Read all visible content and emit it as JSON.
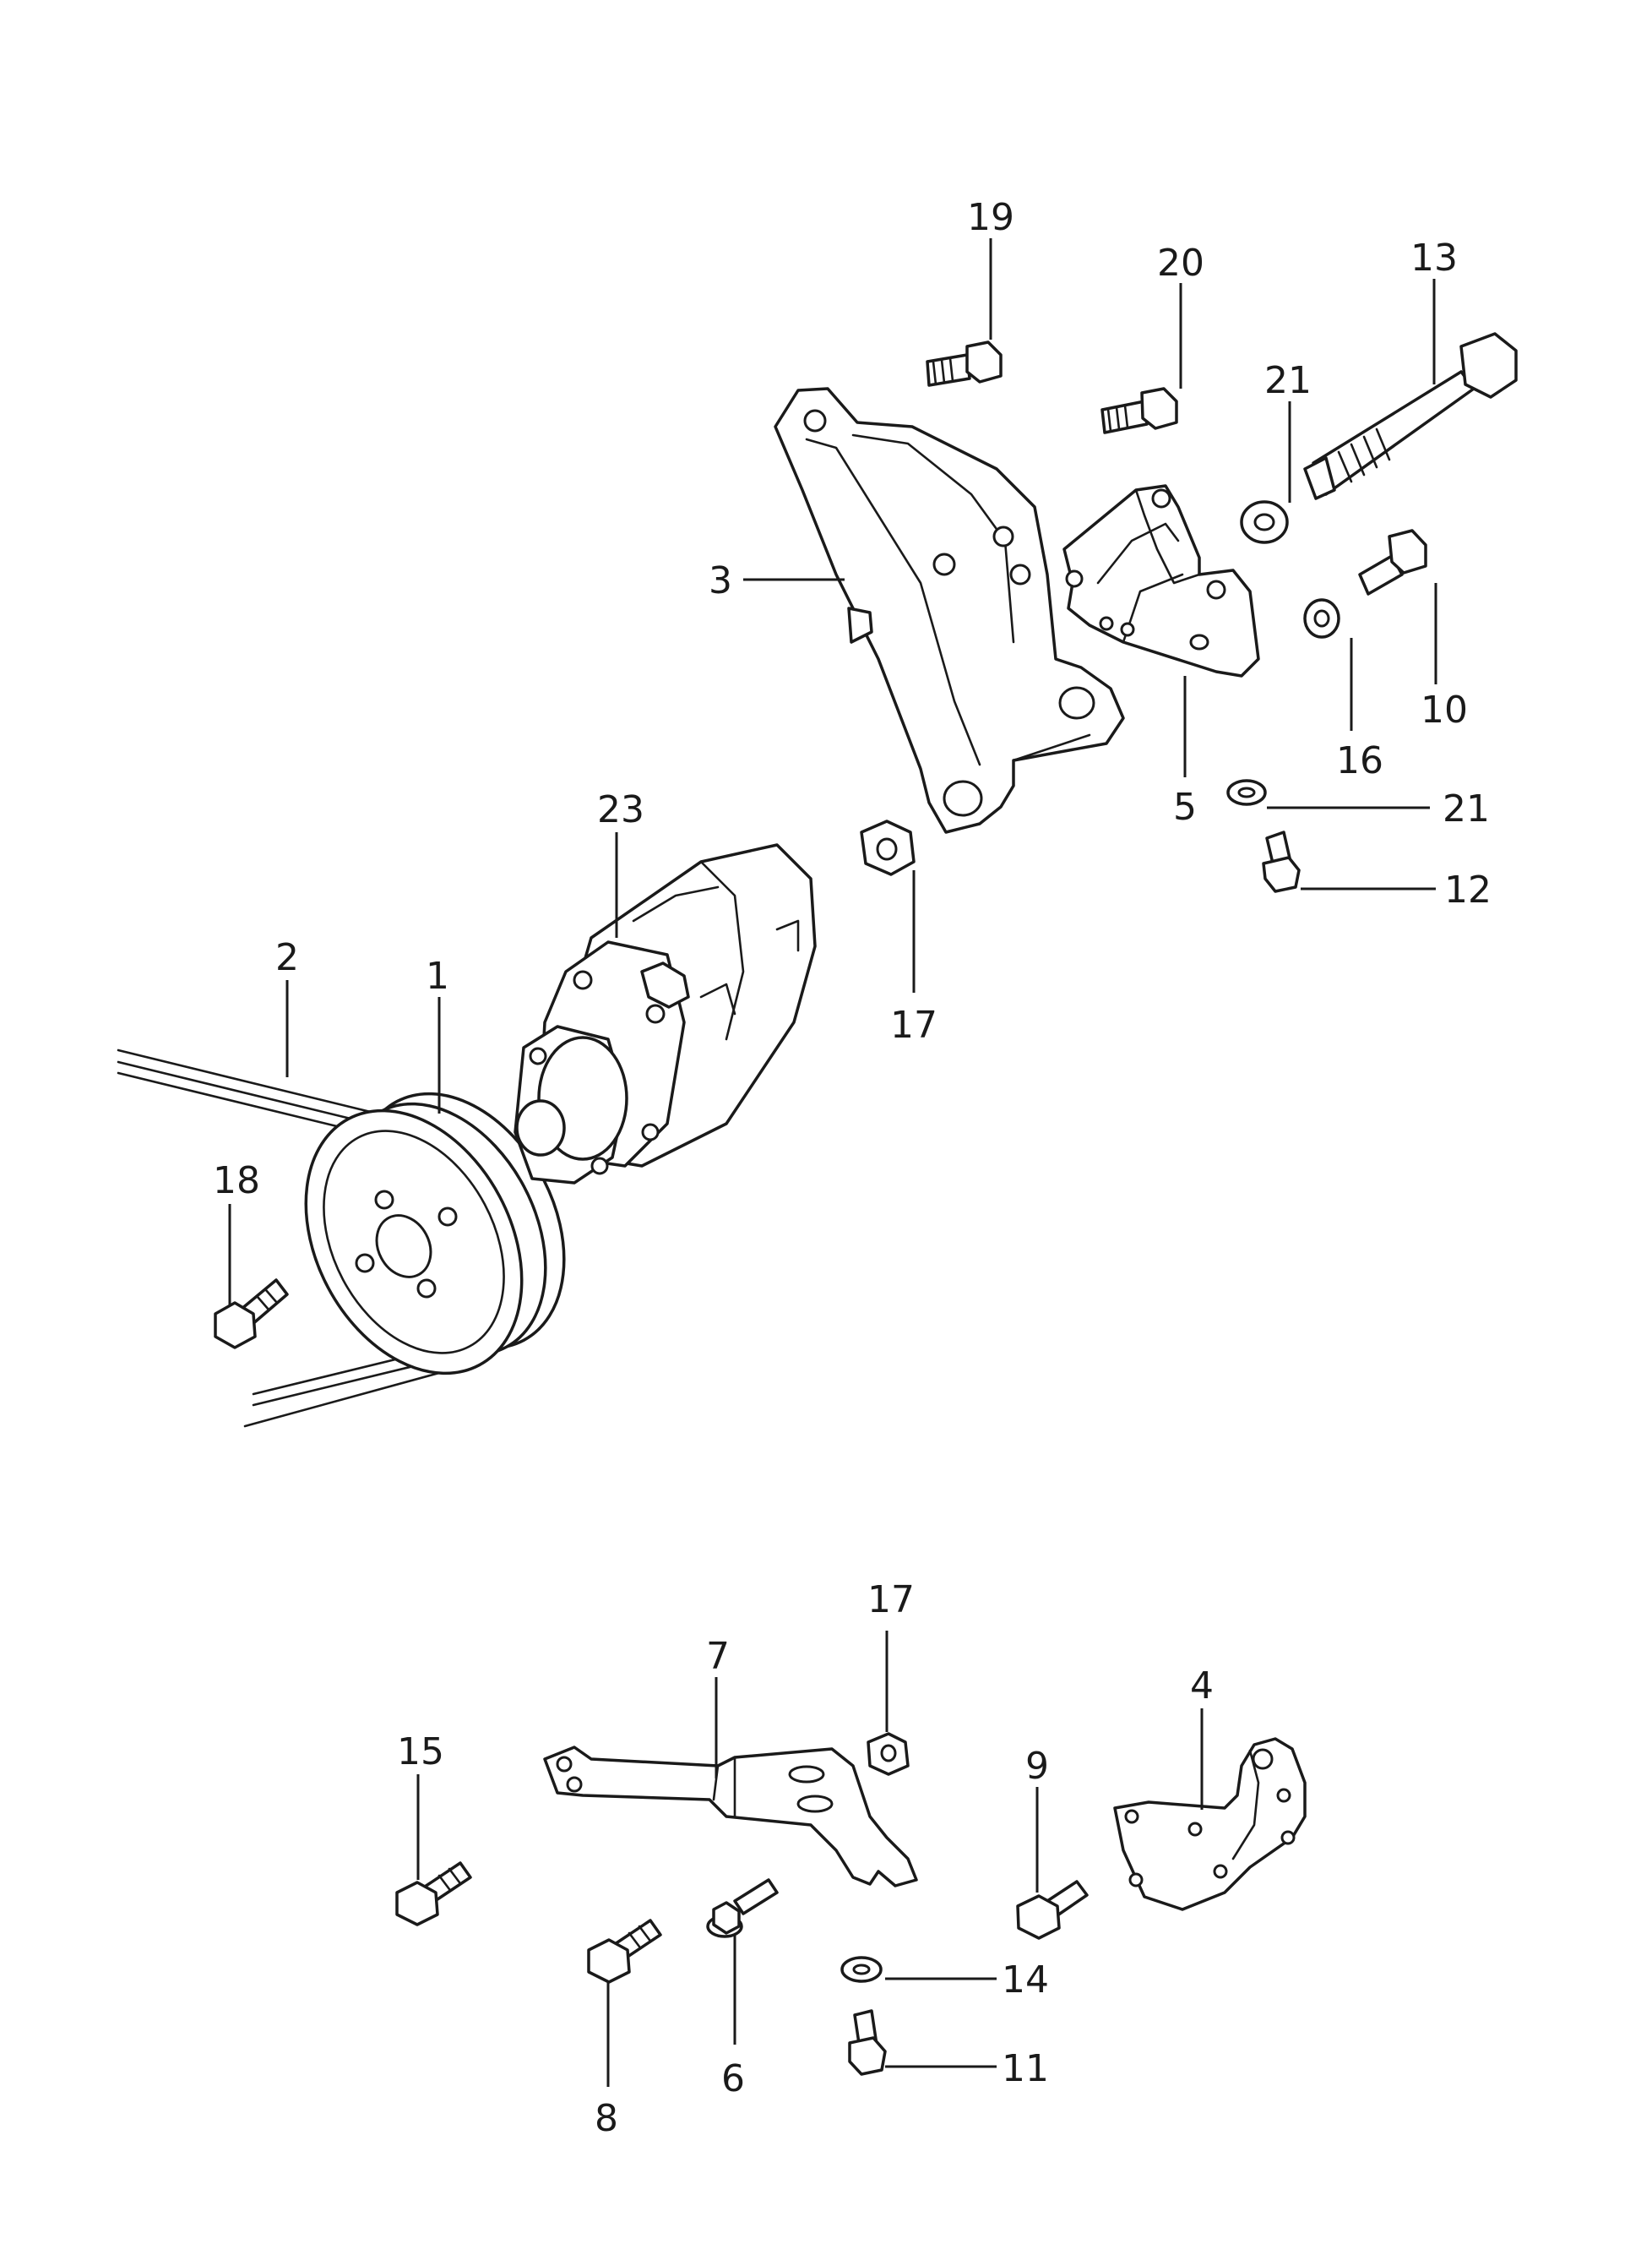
{
  "callouts": [
    {
      "id": "19a",
      "text": "19"
    },
    {
      "id": "20",
      "text": "20"
    },
    {
      "id": "13",
      "text": "13"
    },
    {
      "id": "21a",
      "text": "21"
    },
    {
      "id": "3",
      "text": "3"
    },
    {
      "id": "10",
      "text": "10"
    },
    {
      "id": "16",
      "text": "16"
    },
    {
      "id": "5",
      "text": "5"
    },
    {
      "id": "21b",
      "text": "21"
    },
    {
      "id": "23",
      "text": "23"
    },
    {
      "id": "12",
      "text": "12"
    },
    {
      "id": "2",
      "text": "2"
    },
    {
      "id": "1",
      "text": "1"
    },
    {
      "id": "17a",
      "text": "17"
    },
    {
      "id": "18",
      "text": "18"
    },
    {
      "id": "17b",
      "text": "17"
    },
    {
      "id": "7",
      "text": "7"
    },
    {
      "id": "4",
      "text": "4"
    },
    {
      "id": "15",
      "text": "15"
    },
    {
      "id": "9",
      "text": "9"
    },
    {
      "id": "14",
      "text": "14"
    },
    {
      "id": "6",
      "text": "6"
    },
    {
      "id": "11",
      "text": "11"
    },
    {
      "id": "8",
      "text": "8"
    }
  ]
}
